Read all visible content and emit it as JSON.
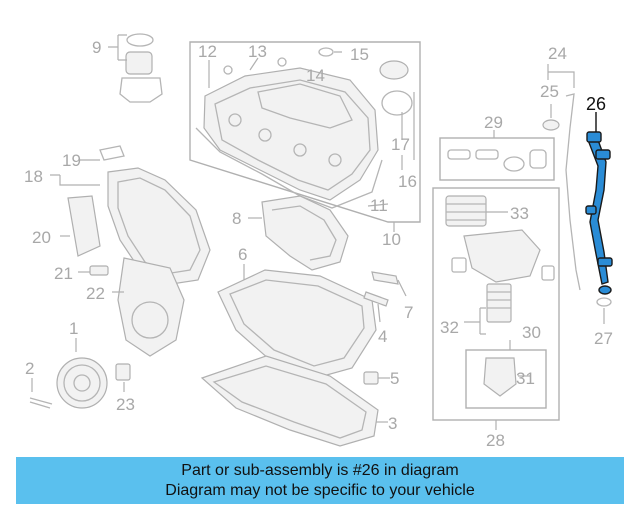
{
  "callouts": {
    "n1": "1",
    "n2": "2",
    "n3": "3",
    "n4": "4",
    "n5": "5",
    "n6": "6",
    "n7": "7",
    "n8": "8",
    "n9": "9",
    "n10": "10",
    "n11": "11",
    "n12": "12",
    "n13": "13",
    "n14": "14",
    "n15": "15",
    "n16": "16",
    "n17": "17",
    "n18": "18",
    "n19": "19",
    "n20": "20",
    "n21": "21",
    "n22": "22",
    "n23": "23",
    "n24": "24",
    "n25": "25",
    "n26": "26",
    "n27": "27",
    "n28": "28",
    "n29": "29",
    "n30": "30",
    "n31": "31",
    "n32": "32",
    "n33": "33"
  },
  "highlighted_part": "26",
  "colors": {
    "highlight": "#2a8cd6",
    "banner": "#5ac0ee",
    "line_art": "#b5b5b5"
  },
  "banner": {
    "line1": "Part or sub-assembly is #26 in diagram",
    "line2": "Diagram may not be specific to your vehicle"
  }
}
